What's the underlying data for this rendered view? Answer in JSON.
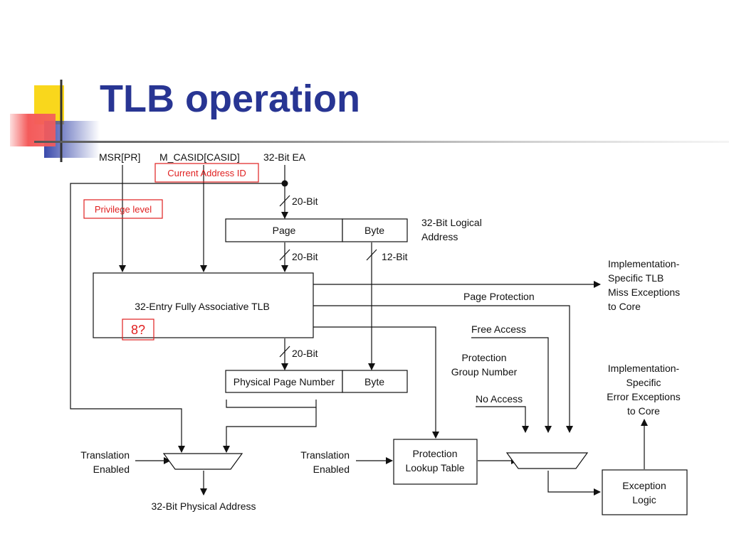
{
  "slide": {
    "title": "TLB operation"
  },
  "colors": {
    "title": "#283593",
    "annotation": "#e02020",
    "accent_yellow": "#f9d71c",
    "accent_blue": "#3949ab",
    "accent_red": "#f45b5b"
  },
  "diagram": {
    "inputs": {
      "msr_pr": "MSR[PR]",
      "m_casid": "M_CASID[CASID]",
      "ea": "32-Bit EA"
    },
    "annotations": {
      "current_address_id": "Current Address ID",
      "privilege_level": "Privilege level",
      "entry_count": "8?"
    },
    "bus_widths": {
      "ea_20bit": "20-Bit",
      "page_20bit": "20-Bit",
      "byte_12bit": "12-Bit",
      "tlb_20bit": "20-Bit"
    },
    "logical_address": {
      "page": "Page",
      "byte": "Byte",
      "label_line1": "32-Bit Logical",
      "label_line2": "Address"
    },
    "tlb": {
      "label": "32-Entry Fully Associative TLB"
    },
    "physical_address_reg": {
      "ppn": "Physical Page Number",
      "byte": "Byte"
    },
    "outputs": {
      "tlb_miss_line1": "Implementation-",
      "tlb_miss_line2": "Specific TLB",
      "tlb_miss_line3": "Miss Exceptions",
      "tlb_miss_line4": "to Core",
      "page_protection": "Page Protection",
      "free_access": "Free Access",
      "protection_group_line1": "Protection",
      "protection_group_line2": "Group Number",
      "no_access": "No Access",
      "error_exc_line1": "Implementation-",
      "error_exc_line2": "Specific",
      "error_exc_line3": "Error Exceptions",
      "error_exc_line4": "to Core"
    },
    "translation_mux": {
      "enabled_line1": "Translation",
      "enabled_line2": "Enabled",
      "output": "32-Bit Physical Address"
    },
    "protection_path": {
      "enabled_line1": "Translation",
      "enabled_line2": "Enabled",
      "lookup_line1": "Protection",
      "lookup_line2": "Lookup Table",
      "exception_line1": "Exception",
      "exception_line2": "Logic"
    }
  }
}
